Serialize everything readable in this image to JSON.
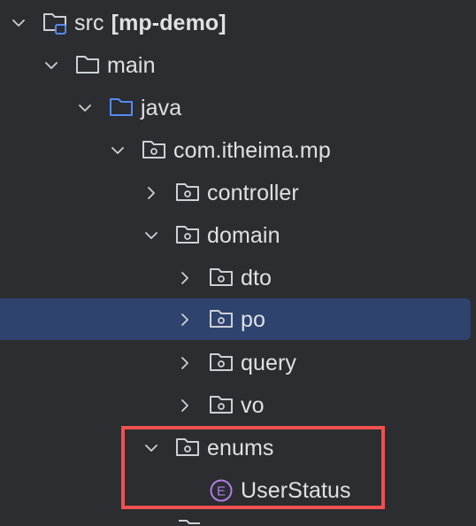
{
  "project_tree": {
    "nodes": [
      {
        "label": "src",
        "module": "[mp-demo]",
        "icon": "source-folder-icon",
        "expanded": true,
        "depth": 0
      },
      {
        "label": "main",
        "icon": "folder-icon",
        "expanded": true,
        "depth": 1
      },
      {
        "label": "java",
        "icon": "java-source-root-icon",
        "expanded": true,
        "depth": 2
      },
      {
        "label": "com.itheima.mp",
        "icon": "package-icon",
        "expanded": true,
        "depth": 3
      },
      {
        "label": "controller",
        "icon": "package-icon",
        "expanded": false,
        "depth": 4
      },
      {
        "label": "domain",
        "icon": "package-icon",
        "expanded": true,
        "depth": 4
      },
      {
        "label": "dto",
        "icon": "package-icon",
        "expanded": false,
        "depth": 5
      },
      {
        "label": "po",
        "icon": "package-icon",
        "expanded": false,
        "depth": 5,
        "selected": true
      },
      {
        "label": "query",
        "icon": "package-icon",
        "expanded": false,
        "depth": 5
      },
      {
        "label": "vo",
        "icon": "package-icon",
        "expanded": false,
        "depth": 5
      },
      {
        "label": "enums",
        "icon": "package-icon",
        "expanded": true,
        "depth": 4
      },
      {
        "label": "UserStatus",
        "icon": "enum-icon",
        "icon_letter": "E",
        "depth": 5
      }
    ]
  },
  "colors": {
    "background": "#2b2d30",
    "selection": "#2e436e",
    "highlight_border": "#f05050",
    "enum_icon": "#b07ee6",
    "source_root_icon": "#548af7"
  }
}
